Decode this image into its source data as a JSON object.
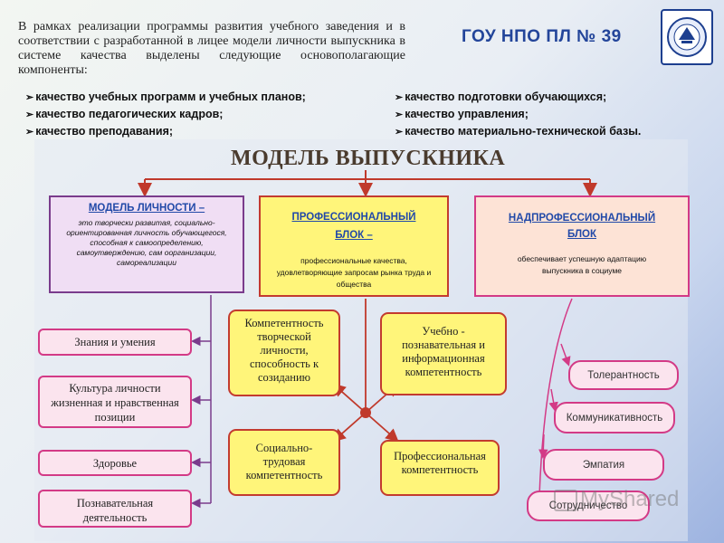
{
  "intro": "В рамках реализации программы развития учебного заведения и в соответствии с разработанной в лицее модели личности выпускника в системе качества выделены следующие основополагающие компоненты:",
  "school_title": "ГОУ НПО ПЛ № 39",
  "bullets_left": [
    "качество учебных программ и учебных планов;",
    "качество педагогических кадров;",
    "качество преподавания;"
  ],
  "bullets_right": [
    "качество подготовки обучающихся;",
    "качество управления;",
    "качество материально-технической базы."
  ],
  "model_title": "МОДЕЛЬ ВЫПУСКНИКА",
  "blocks": {
    "personality": {
      "title": "МОДЕЛЬ ЛИЧНОСТИ –",
      "text": "это творчески развитая, социально-ориентированная личность обучающегося, способная к самоопределению, самоутверждению, сам оорганизации, самореализации"
    },
    "professional": {
      "title": "ПРОФЕССИОНАЛЬНЫЙ БЛОК –",
      "text": "профессиональные качества, удовлетворяющие запросам рынка труда и общества"
    },
    "supra": {
      "title": "НАДПРОФЕССИОНАЛЬНЫЙ БЛОК",
      "text": "обеспечивает успешную адаптацию выпускника в социуме"
    }
  },
  "left_items": [
    "Знания и умения",
    "Культура личности жизненная и нравственная позиции",
    "Здоровье",
    "Познавательная деятельность"
  ],
  "center_items": [
    "Компетентность творческой личности, способность к созиданию",
    "Учебно - познавательная и информационная компетентность",
    "Социально-трудовая компетентность",
    "Профессиональная компетентность"
  ],
  "right_items": [
    "Толерантность",
    "Коммуникативность",
    "Эмпатия",
    "Сотрудничество"
  ],
  "watermark": "MyShared",
  "colors": {
    "accent_blue": "#23459a",
    "arrow_red": "#c0392b",
    "pink_border": "#d33a86",
    "yellow_fill": "#fff57a"
  }
}
